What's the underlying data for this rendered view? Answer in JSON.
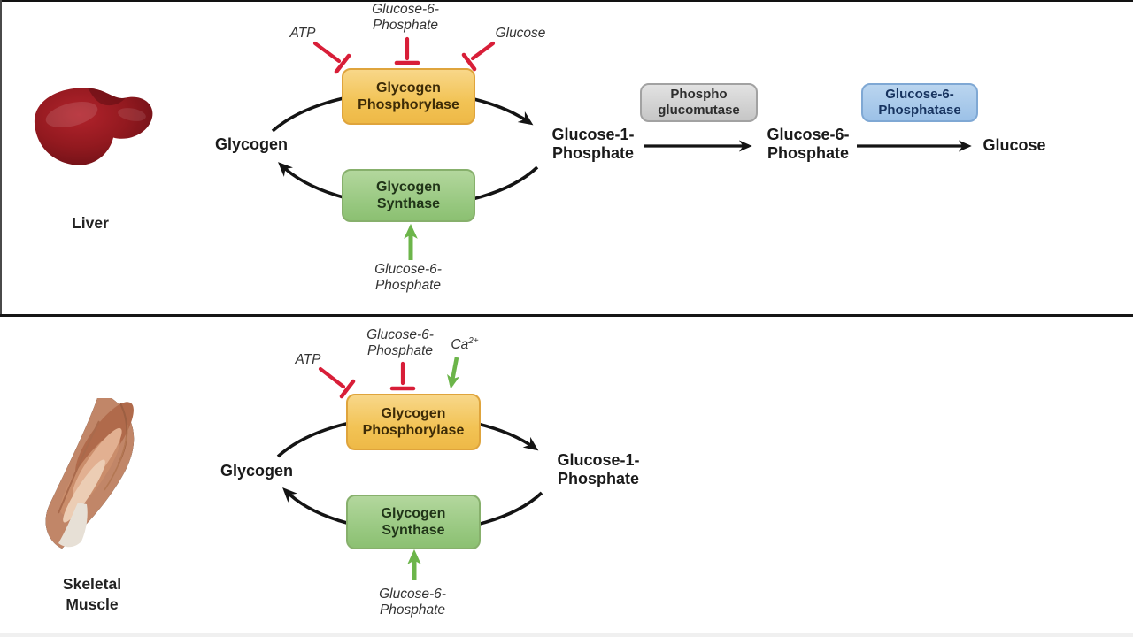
{
  "colors": {
    "inhibition_red": "#d81e38",
    "activation_green": "#6cb54a",
    "arrow_black": "#141414",
    "phosphorylase_box_fill": "#f2c355",
    "synthase_box_fill": "#96c77e",
    "phosphoglucomutase_box_fill": "#cccccc",
    "phosphatase_box_fill": "#9cc1e7"
  },
  "liver_section": {
    "organ_label": "Liver",
    "glycogen": "Glycogen",
    "phosphorylase_label": "Glycogen\nPhosphorylase",
    "synthase_label": "Glycogen\nSynthase",
    "inhibitor_atp": "ATP",
    "inhibitor_g6p": "Glucose-6-\nPhosphate",
    "inhibitor_glucose": "Glucose",
    "activator_g6p": "Glucose-6-\nPhosphate",
    "glucose_1_phosphate": "Glucose-1-\nPhosphate",
    "phosphoglucomutase_label": "Phospho\nglucomutase",
    "glucose_6_phosphate": "Glucose-6-\nPhosphate",
    "phosphatase_label": "Glucose-6-\nPhosphatase",
    "glucose": "Glucose"
  },
  "muscle_section": {
    "organ_label": "Skeletal\nMuscle",
    "glycogen": "Glycogen",
    "phosphorylase_label": "Glycogen\nPhosphorylase",
    "synthase_label": "Glycogen\nSynthase",
    "inhibitor_atp": "ATP",
    "inhibitor_g6p": "Glucose-6-\nPhosphate",
    "activator_ca_base": "Ca",
    "activator_ca_sup": "2+",
    "activator_g6p": "Glucose-6-\nPhosphate",
    "glucose_1_phosphate": "Glucose-1-\nPhosphate"
  }
}
